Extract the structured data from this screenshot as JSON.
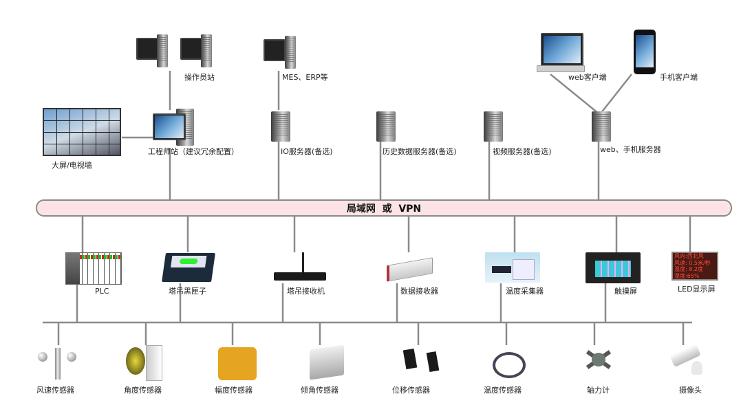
{
  "network": {
    "label": "局域网  或  VPN",
    "bus_fill": "#fbe3e6",
    "line_color": "#8a8a8a"
  },
  "top_nodes": {
    "operator_station": "操作员站",
    "mes_erp": "MES、ERP等",
    "web_client": "web客户端",
    "mobile_client": "手机客户端",
    "video_wall": "大屏/电视墙",
    "engineer_station": "工程师站（建议冗余配置）",
    "io_server": "IO服务器(备选)",
    "history_server": "历史数据服务器(备选)",
    "video_server": "视频服务器(备选)",
    "web_mobile_server": "web、手机服务器"
  },
  "devices": [
    {
      "id": "plc",
      "label": "PLC"
    },
    {
      "id": "black-box",
      "label": "塔吊黑匣子"
    },
    {
      "id": "receiver",
      "label": "塔吊接收机"
    },
    {
      "id": "data-receiver",
      "label": "数据接收器"
    },
    {
      "id": "temp-collector",
      "label": "温度采集器"
    },
    {
      "id": "touch-screen",
      "label": "触摸屏"
    },
    {
      "id": "led-display",
      "label": "LED显示屏",
      "display_text": [
        "风向:西北风",
        "风速: 0.5米/秒",
        "温度: 8.2度",
        "湿度:65%"
      ]
    }
  ],
  "sensors": [
    {
      "id": "wind-speed",
      "label": "风速传感器"
    },
    {
      "id": "angle",
      "label": "角度传感器"
    },
    {
      "id": "amplitude",
      "label": "幅度传感器"
    },
    {
      "id": "tilt",
      "label": "倾角传感器"
    },
    {
      "id": "displacement",
      "label": "位移传感器"
    },
    {
      "id": "temperature",
      "label": "温度传感器"
    },
    {
      "id": "axial-force",
      "label": "轴力计"
    },
    {
      "id": "camera",
      "label": "摄像头"
    }
  ]
}
